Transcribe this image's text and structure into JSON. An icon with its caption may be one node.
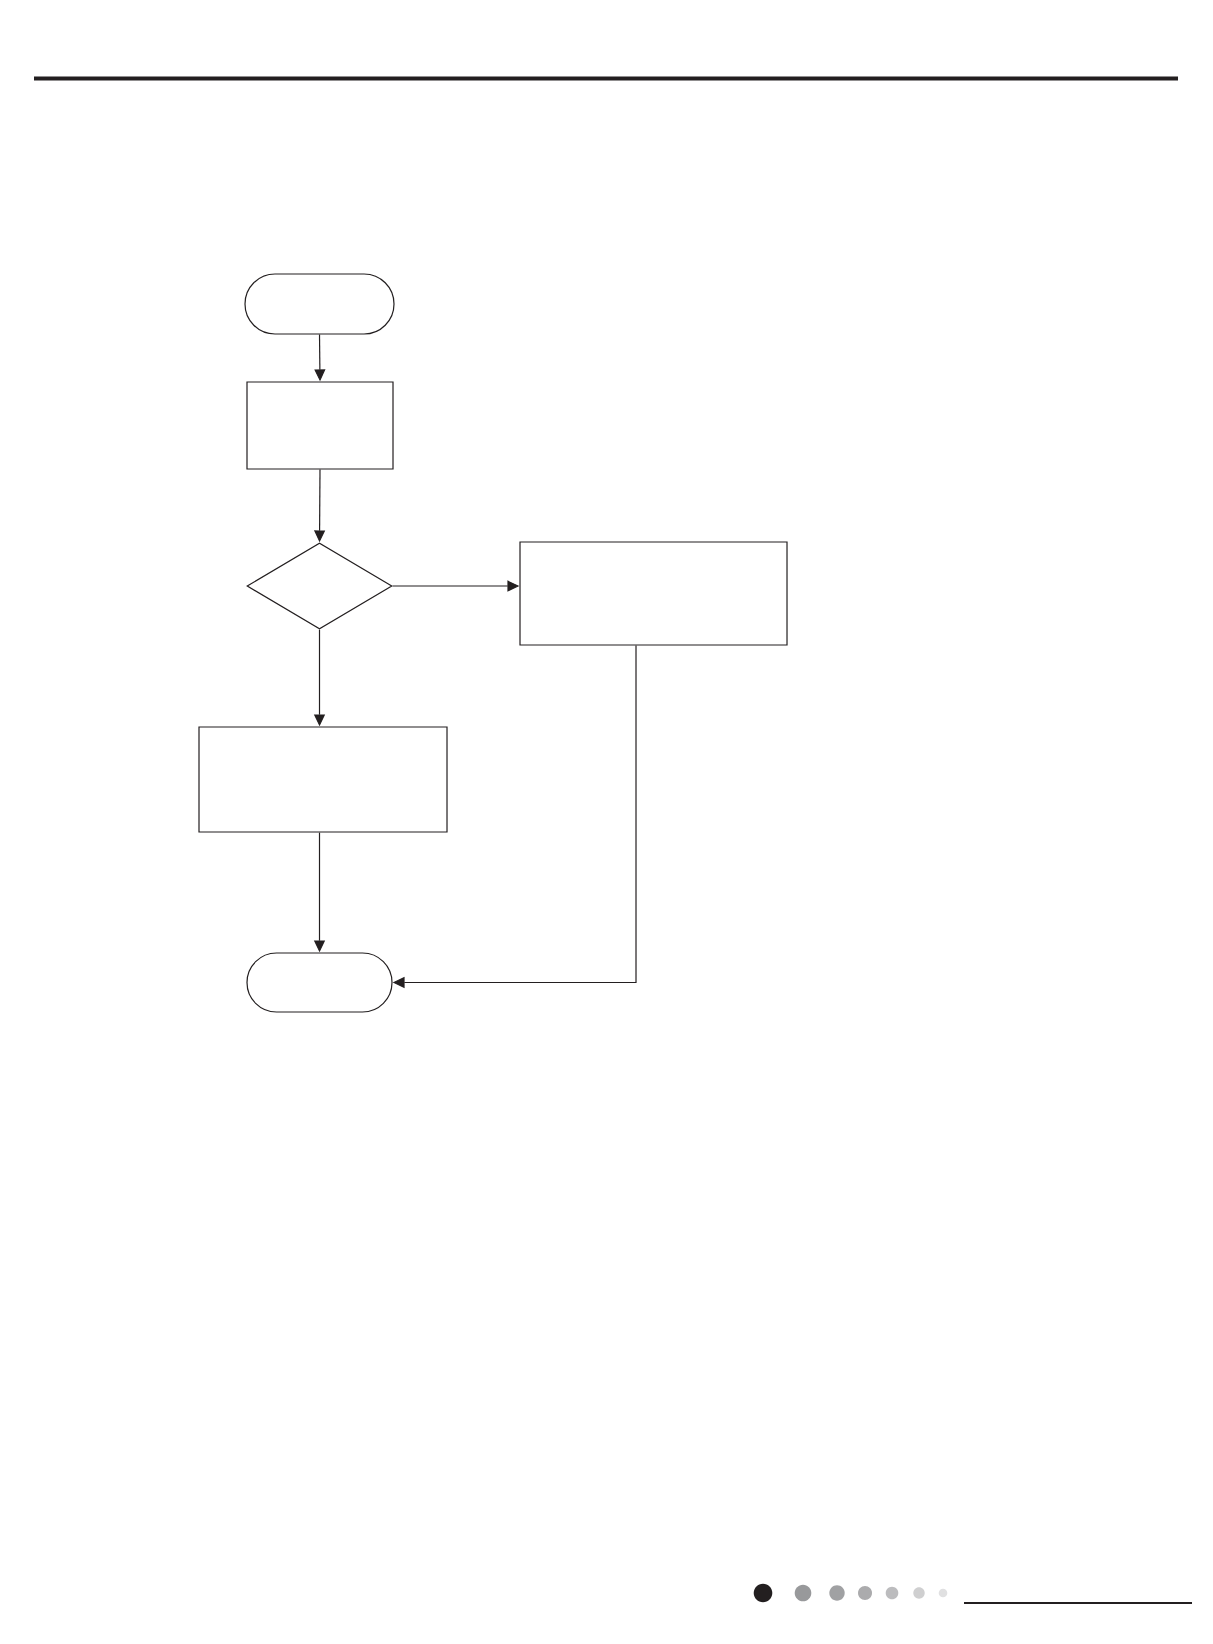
{
  "diagram": {
    "nodes": [
      {
        "text": [],
        "shape": "oval"
      },
      {
        "text": [],
        "shape": "box"
      },
      {
        "text": [],
        "shape": "diamond"
      },
      {
        "text": [],
        "shape": "box"
      },
      {
        "text": [],
        "shape": "box"
      },
      {
        "text": [],
        "shape": "oval"
      }
    ],
    "edges": [
      {
        "from": 0,
        "to": 1,
        "arrow": "to"
      },
      {
        "from": 1,
        "to": 2,
        "arrow": "to"
      },
      {
        "from": 2,
        "to": 3,
        "arrow": "to"
      },
      {
        "from": 2,
        "to": 4,
        "arrow": "to"
      },
      {
        "from": 4,
        "to": 5,
        "arrow": "to"
      },
      {
        "from": 3,
        "to": 5,
        "arrow": "to"
      }
    ]
  }
}
